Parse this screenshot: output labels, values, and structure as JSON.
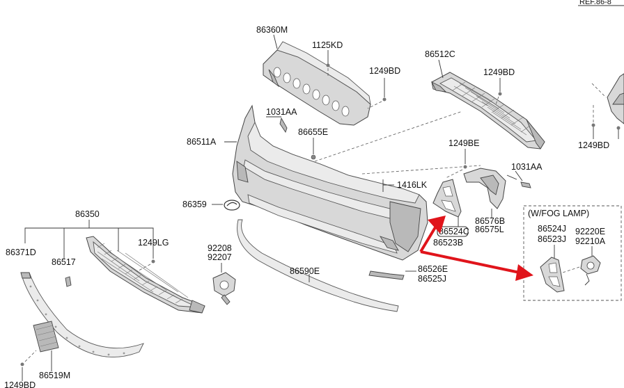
{
  "ref_label": "REF.86-8",
  "inset_label": "(W/FOG LAMP)",
  "highlighted_part": "86524C",
  "arrow_color": "#e0141b",
  "highlight_color": "#333333",
  "labels": {
    "p86360M": "86360M",
    "p1125KD": "1125KD",
    "p1249BD_top": "1249BD",
    "p86512C": "86512C",
    "p1249BD_right": "1249BD",
    "p1249BD_far": "1249BD",
    "p1031AA_left": "1031AA",
    "p86655E": "86655E",
    "p86511A": "86511A",
    "p1249BE": "1249BE",
    "p1031AA_right": "1031AA",
    "p1416LK": "1416LK",
    "p86359": "86359",
    "p86350": "86350",
    "p1249LG": "1249LG",
    "p86371D": "86371D",
    "p86517": "86517",
    "p92208": "92208",
    "p92207": "92207",
    "p86590E": "86590E",
    "p86576B": "86576B",
    "p86575L": "86575L",
    "p86524C": "86524C",
    "p86523B": "86523B",
    "p86526E": "86526E",
    "p86525J": "86525J",
    "p86524J": "86524J",
    "p86523J": "86523J",
    "p92220E": "92220E",
    "p92210A": "92210A",
    "p86519M": "86519M",
    "p1249BD_bottom": "1249BD"
  }
}
